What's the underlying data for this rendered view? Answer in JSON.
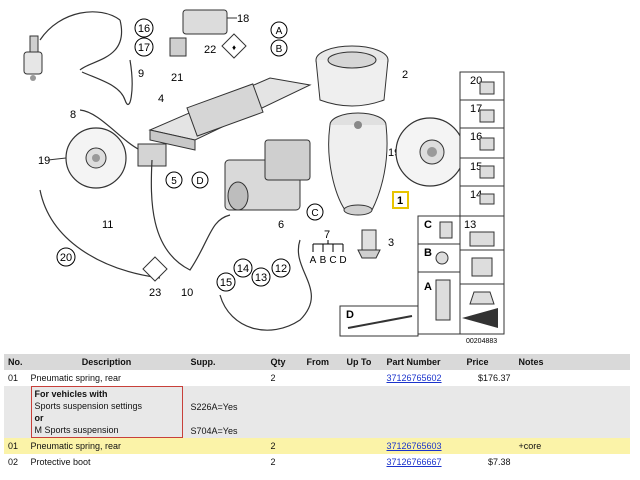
{
  "diagram": {
    "callouts": {
      "c1": "1",
      "c2": "2",
      "c3": "3",
      "c4": "4",
      "c5": "5",
      "c6": "6",
      "c7": "7",
      "c8": "8",
      "c9": "9",
      "c10": "10",
      "c11": "11",
      "c12": "12",
      "c13": "13",
      "c14": "14",
      "c15": "15",
      "c16": "16",
      "c17": "17",
      "c18": "18",
      "c19a": "19",
      "c19b": "19",
      "c20": "20",
      "c21": "21",
      "c22": "22",
      "c23": "23"
    },
    "letters": {
      "A": "A",
      "B": "B",
      "C": "C",
      "D": "D"
    },
    "group7": {
      "a": "A",
      "b": "B",
      "c": "C",
      "d": "D"
    },
    "side_panel": {
      "n20": "20",
      "n17": "17",
      "n16": "16",
      "n15": "15",
      "n14": "14",
      "n13": "13",
      "C": "C",
      "B": "B",
      "A": "A"
    },
    "sub_d_label": "D",
    "diagram_id": "00204883",
    "highlight_color": "#e8c400"
  },
  "table": {
    "headers": {
      "no": "No.",
      "description": "Description",
      "supp": "Supp.",
      "qty": "Qty",
      "from": "From",
      "upto": "Up To",
      "part_number": "Part Number",
      "price": "Price",
      "notes": "Notes"
    },
    "rows": [
      {
        "no": "01",
        "description": "Pneumatic spring, rear",
        "supp": "",
        "qty": "2",
        "from": "",
        "upto": "",
        "part_number": "37126765602",
        "price": "$176.37",
        "notes": ""
      },
      {
        "no": "01",
        "description": "Pneumatic spring, rear",
        "supp": "",
        "qty": "2",
        "from": "",
        "upto": "",
        "part_number": "37126765603",
        "price": "",
        "notes": "+core"
      },
      {
        "no": "02",
        "description": "Protective boot",
        "supp": "",
        "qty": "2",
        "from": "",
        "upto": "",
        "part_number": "37126766667",
        "price": "$7.38",
        "notes": ""
      }
    ],
    "note": {
      "line1": "For vehicles with",
      "line2": "Sports suspension settings",
      "line3": "or",
      "line4": "M Sports suspension",
      "supp1": "S226A=Yes",
      "supp2": "S704A=Yes"
    }
  },
  "colors": {
    "header_bg": "#d9d9d9",
    "row_highlight": "#fbf3a8",
    "link": "#1a33cc",
    "note_border": "#c8403a"
  }
}
